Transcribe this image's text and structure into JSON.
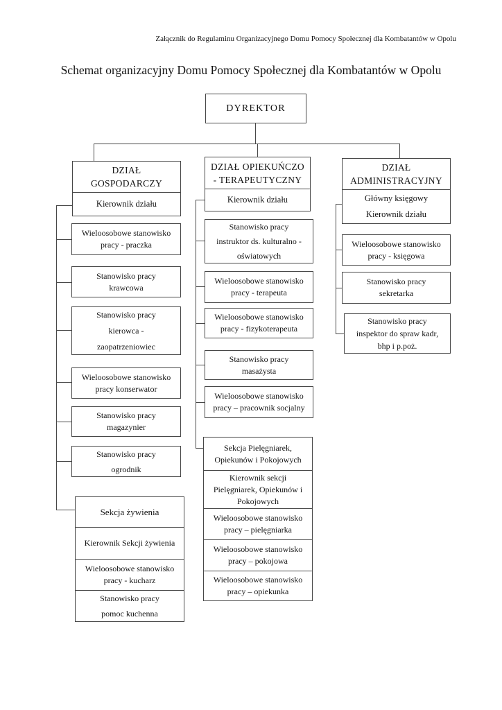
{
  "annotation": {
    "lines": [
      "Załącznik do Regulaminu Organizacyjnego",
      "Domu Pomocy Społecznej dla Kombatantów w Opolu"
    ]
  },
  "title": "Schemat organizacyjny Domu Pomocy Społecznej dla Kombatantów w Opolu",
  "colors": {
    "line": "#474747",
    "text": "#141414",
    "background": "#ffffff"
  },
  "org": {
    "root": "DYREKTOR",
    "columns": [
      {
        "header": {
          "title": [
            "DZIAŁ",
            "GOSPODARCZY"
          ],
          "sub": [
            "Kierownik działu"
          ]
        },
        "units": [
          {
            "lines": [
              "Wieloosobowe stanowisko",
              "pracy - praczka"
            ]
          },
          {
            "lines": [
              "Stanowisko pracy",
              "krawcowa"
            ]
          },
          {
            "lines": [
              "Stanowisko pracy",
              "kierowca -",
              "zaopatrzeniowiec"
            ]
          },
          {
            "lines": [
              "Wieloosobowe stanowisko",
              "pracy konserwator"
            ]
          },
          {
            "lines": [
              "Stanowisko pracy",
              "magazynier"
            ]
          },
          {
            "lines": [
              "Stanowisko pracy",
              "ogrodnik"
            ]
          }
        ],
        "section": {
          "title": [
            "Sekcja żywienia"
          ],
          "rows": [
            [
              "Kierownik Sekcji żywienia"
            ],
            [
              "Wieloosobowe stanowisko",
              "pracy - kucharz"
            ],
            [
              "Stanowisko pracy",
              "pomoc kuchenna"
            ]
          ]
        }
      },
      {
        "header": {
          "title": [
            "DZIAŁ OPIEKUŃCZO",
            "- TERAPEUTYCZNY"
          ],
          "sub": [
            "Kierownik działu"
          ]
        },
        "units": [
          {
            "lines": [
              "Stanowisko pracy",
              "instruktor ds. kulturalno -",
              "oświatowych"
            ]
          },
          {
            "lines": [
              "Wieloosobowe stanowisko",
              "pracy - terapeuta"
            ]
          },
          {
            "lines": [
              "Wieloosobowe stanowisko",
              "pracy - fizykoterapeuta"
            ]
          },
          {
            "lines": [
              "Stanowisko pracy",
              "masażysta"
            ]
          },
          {
            "lines": [
              "Wieloosobowe stanowisko",
              "pracy – pracownik socjalny"
            ]
          }
        ],
        "section": {
          "title": [
            "Sekcja Pielęgniarek,",
            "Opiekunów i Pokojowych"
          ],
          "rows": [
            [
              "Kierownik sekcji",
              "Pielęgniarek, Opiekunów i",
              "Pokojowych"
            ],
            [
              "Wieloosobowe stanowisko",
              "pracy – pielęgniarka"
            ],
            [
              "Wieloosobowe stanowisko",
              "pracy – pokojowa"
            ],
            [
              "Wieloosobowe stanowisko",
              "pracy – opiekunka"
            ]
          ]
        }
      },
      {
        "header": {
          "title": [
            "DZIAŁ",
            "ADMINISTRACYJNY"
          ],
          "sub": [
            "Główny księgowy",
            "Kierownik działu"
          ]
        },
        "units": [
          {
            "lines": [
              "Wieloosobowe stanowisko",
              "pracy - księgowa"
            ]
          },
          {
            "lines": [
              "Stanowisko pracy",
              "sekretarka"
            ]
          },
          {
            "lines": [
              "Stanowisko pracy",
              "inspektor do spraw kadr,",
              "bhp i p.poż."
            ]
          }
        ]
      }
    ]
  }
}
